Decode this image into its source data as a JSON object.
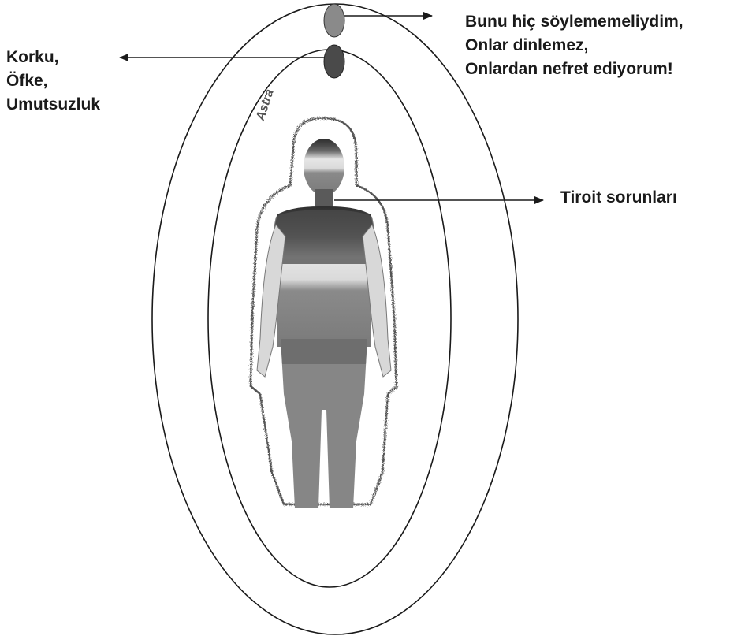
{
  "labels": {
    "thoughts": [
      "Bunu hiç söylememeliydim,",
      "Onlar dinlemez,",
      "Onlardan nefret ediyorum!"
    ],
    "emotions": [
      "Korku,",
      "Öfke,",
      "Umutsuzluk"
    ],
    "physical": "Tiroit sorunları"
  },
  "figure_caption": "Astra",
  "colors": {
    "line": "#1a1a1a",
    "outer_node": "#8a8a8a",
    "inner_node": "#4a4a4a",
    "body_dark": "#3a3a3a",
    "body_mid": "#8c8c8c",
    "body_light": "#e2e2e2"
  }
}
